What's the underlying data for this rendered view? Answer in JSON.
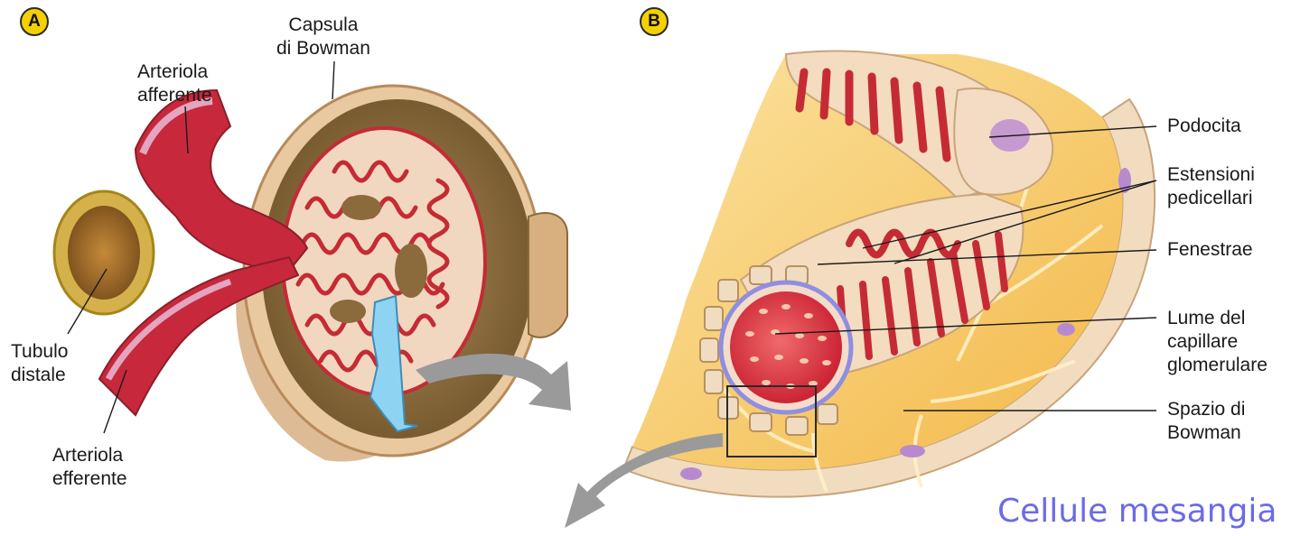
{
  "panel_a": {
    "badge": "A",
    "labels": {
      "capsula": "Capsula\ndi Bowman",
      "arteriola_afferente": "Arteriola\nafferente",
      "tubulo_distale": "Tubulo\ndistale",
      "arteriola_efferente": "Arteriola\nefferente"
    }
  },
  "panel_b": {
    "badge": "B",
    "labels": {
      "podocita": "Podocita",
      "estensioni": "Estensioni\npedicellari",
      "fenestrae": "Fenestrae",
      "lume": "Lume del\ncapillare\nglomerulare",
      "spazio": "Spazio di\nBowman"
    }
  },
  "caption": "Cellule mesangia",
  "colors": {
    "badge": "#f5d000",
    "capillary_red": "#d42a3a",
    "tissue_beige": "#f3d9b8",
    "bowman_brown": "#8b6a3c",
    "tubule_gold": "#c9a23a",
    "space_yellow": "#f8c85a",
    "lumen_ring": "#8f8ee0",
    "arrow_gray": "#9a9a9a",
    "filter_blue": "#8fd3f2",
    "caption_text": "#6b6be6"
  }
}
